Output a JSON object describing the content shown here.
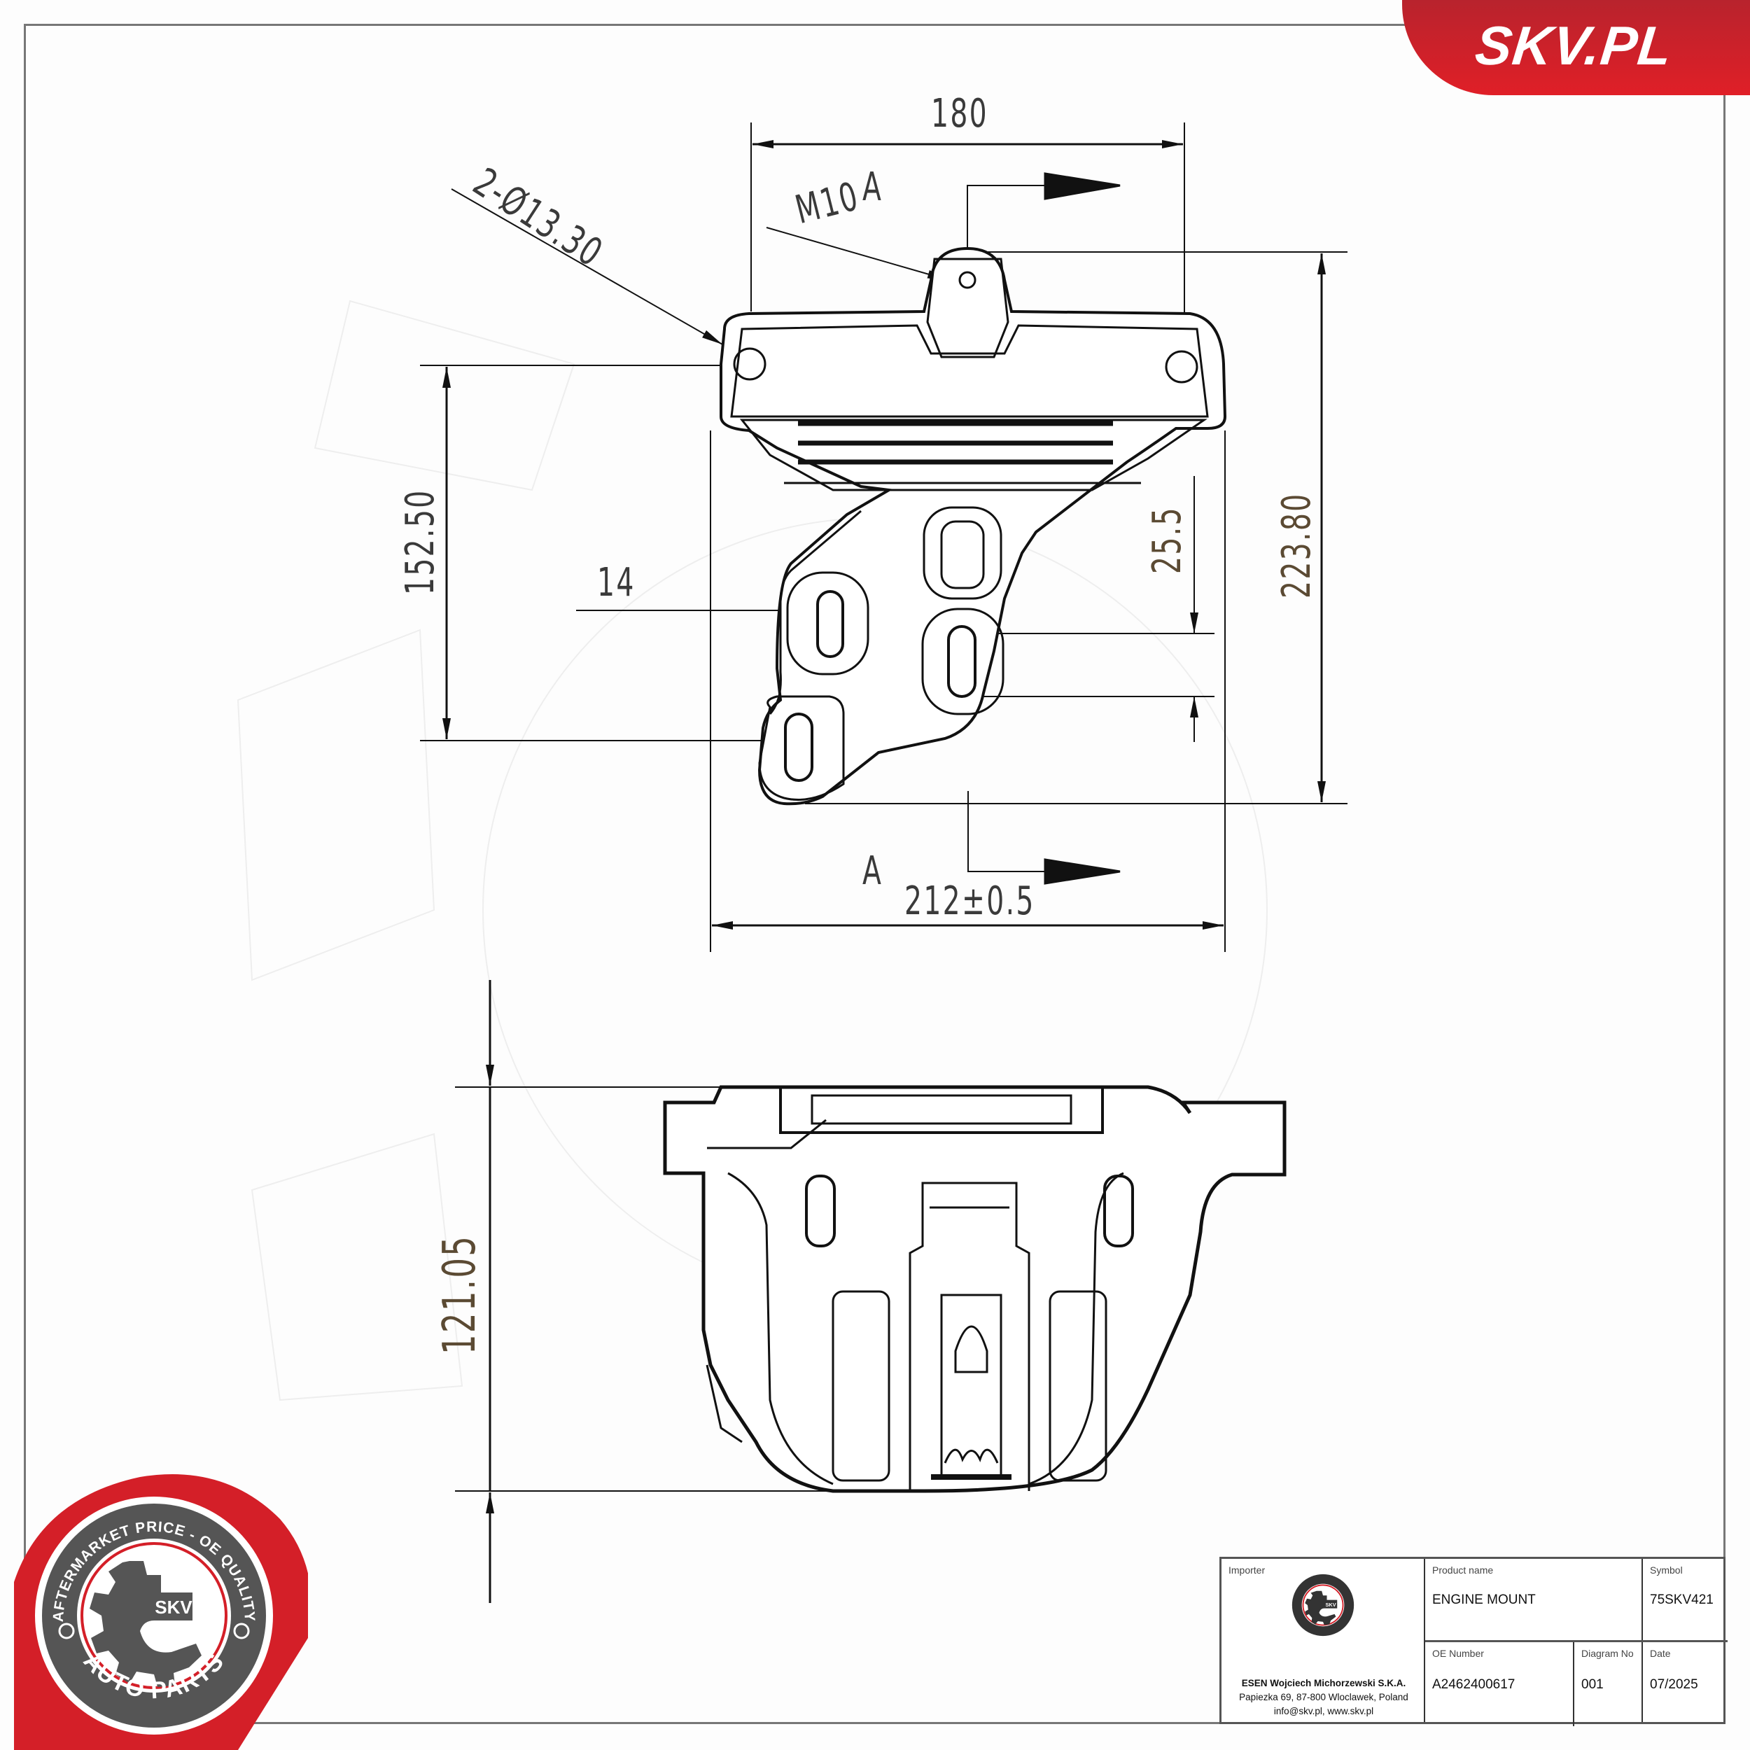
{
  "brand": {
    "site_label": "SKV.PL",
    "accent_color": "#e01f27"
  },
  "stamp": {
    "ring_text_top": "AFTERMARKET PRICE - OE QUALITY",
    "ring_text_bottom": "AUTO PARTS",
    "center_label": "SKV",
    "ring_color": "#555555",
    "accent_color": "#e01f27"
  },
  "top_view": {
    "dims": {
      "width_top": "180",
      "hole_callout": "2-Ø13.30",
      "thread_callout": "M10",
      "section_label_top": "A",
      "section_label_bottom": "A",
      "height_left": "152.50",
      "height_right": "223.80",
      "slot_spacing": "25.5",
      "slot_width": "14",
      "width_bottom": "212±0.5"
    }
  },
  "side_view": {
    "dims": {
      "height": "121.05"
    }
  },
  "title_block": {
    "importer_label": "Importer",
    "importer_company": "ESEN Wojciech Michorzewski S.K.A.",
    "importer_address": "Papiezka 69, 87-800 Wloclawek, Poland",
    "importer_contact": "info@skv.pl, www.skv.pl",
    "product_name_label": "Product name",
    "product_name": "ENGINE MOUNT",
    "symbol_label": "Symbol",
    "symbol": "75SKV421",
    "oe_number_label": "OE Number",
    "oe_number": "A2462400617",
    "diagram_no_label": "Diagram No",
    "diagram_no": "001",
    "date_label": "Date",
    "date": "07/2025"
  }
}
